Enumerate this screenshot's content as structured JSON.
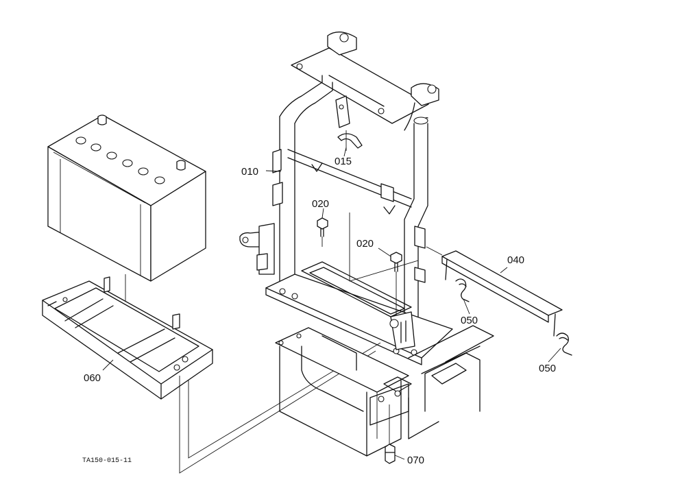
{
  "drawing_code": "TA150-015-11",
  "callouts": [
    {
      "id": "010",
      "label": "010"
    },
    {
      "id": "015",
      "label": "015"
    },
    {
      "id": "020a",
      "label": "020"
    },
    {
      "id": "020b",
      "label": "020"
    },
    {
      "id": "040",
      "label": "040"
    },
    {
      "id": "050a",
      "label": "050"
    },
    {
      "id": "050b",
      "label": "050"
    },
    {
      "id": "060",
      "label": "060"
    },
    {
      "id": "070",
      "label": "070"
    }
  ]
}
